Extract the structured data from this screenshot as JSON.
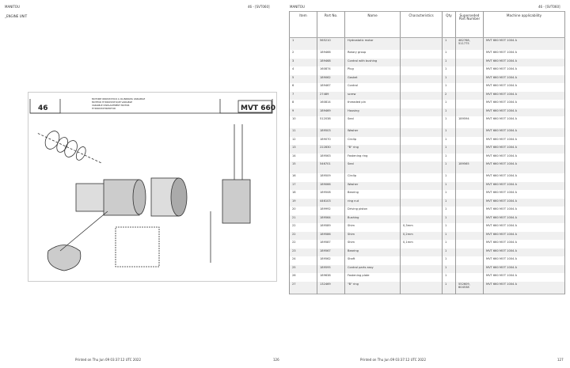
{
  "left_page": {
    "brand": "MANITOU",
    "ref": "46 - [SVT060]",
    "section": "_ENGINE UNIT",
    "footer": "Printed on  Thu Jun 09 03:37:12 UTC 2022",
    "page": "126",
    "diagram": {
      "number": "46",
      "model": "MVT 660",
      "title_lines": [
        "MOTORE IDROSTATICO A CILINDRATA VARIABILE",
        "MOTEUR HYDROSTATIQUE VARIABLE",
        "VARIABLE DISPLACEMENT MOTOR",
        "HYDROSTATIKMOTOR"
      ]
    }
  },
  "right_page": {
    "brand": "MANITOU",
    "ref": "46 - [SVT060]",
    "footer": "Printed on  Thu Jun 09 03:37:12 UTC 2022",
    "page": "127",
    "columns": [
      "Item",
      "Part No.",
      "Name",
      "Characteristics",
      "Qty",
      "Superseded Part Number",
      "Machine applicability"
    ],
    "rows": [
      [
        "1",
        "565210",
        "Hydrostatic motor",
        "",
        "1",
        "482768, 511775",
        "MVT 660 MOT 1004 A"
      ],
      [
        "2",
        "189466",
        "Rotary group",
        "",
        "1",
        "",
        "MVT 660 MOT 1004 A"
      ],
      [
        "3",
        "189468",
        "Control with bushing",
        "",
        "1",
        "",
        "MVT 660 MOT 1004 A"
      ],
      [
        "4",
        "160874",
        "Plug",
        "",
        "1",
        "",
        "MVT 660 MOT 1004 A"
      ],
      [
        "5",
        "189062",
        "Gasket",
        "",
        "1",
        "",
        "MVT 660 MOT 1004 A"
      ],
      [
        "6",
        "189467",
        "Control",
        "",
        "1",
        "",
        "MVT 660 MOT 1004 A"
      ],
      [
        "7",
        "27489",
        "screw",
        "",
        "2",
        "",
        "MVT 660 MOT 1004 A"
      ],
      [
        "8",
        "160814",
        "threaded pin",
        "",
        "1",
        "",
        "MVT 660 MOT 1004 A"
      ],
      [
        "9",
        "189469",
        "Housing",
        "",
        "1",
        "",
        "MVT 660 MOT 1004 A"
      ],
      [
        "10",
        "512038",
        "Seal",
        "",
        "1",
        "189594",
        "MVT 660 MOT 1004 A"
      ],
      [
        "11",
        "189503",
        "Washer",
        "",
        "1",
        "",
        "MVT 660 MOT 1004 A"
      ],
      [
        "12",
        "189070",
        "Circlip",
        "",
        "1",
        "",
        "MVT 660 MOT 1004 A"
      ],
      [
        "13",
        "222830",
        "\"B\" ring",
        "",
        "1",
        "",
        "MVT 660 MOT 1004 A"
      ],
      [
        "14",
        "189563",
        "Fastening ring",
        "",
        "1",
        "",
        "MVT 660 MOT 1004 A"
      ],
      [
        "15",
        "546701",
        "Seal",
        "",
        "1",
        "189565",
        "MVT 660 MOT 1004 A"
      ],
      [
        "16",
        "189509",
        "Circlip",
        "",
        "1",
        "",
        "MVT 660 MOT 1004 A"
      ],
      [
        "17",
        "189066",
        "Washer",
        "",
        "1",
        "",
        "MVT 660 MOT 1004 A"
      ],
      [
        "18",
        "189508",
        "Bearing",
        "",
        "1",
        "",
        "MVT 660 MOT 1004 A"
      ],
      [
        "19",
        "446103",
        "ring nut",
        "",
        "1",
        "",
        "MVT 660 MOT 1004 A"
      ],
      [
        "20",
        "189992",
        "Driving piston",
        "",
        "1",
        "",
        "MVT 660 MOT 1004 A"
      ],
      [
        "21",
        "189564",
        "Bushing",
        "",
        "1",
        "",
        "MVT 660 MOT 1004 A"
      ],
      [
        "22",
        "189589",
        "Shim",
        "0,3mm",
        "1",
        "",
        "MVT 660 MOT 1004 A"
      ],
      [
        "22",
        "189586",
        "Shim",
        "0,2mm",
        "1",
        "",
        "MVT 660 MOT 1004 A"
      ],
      [
        "22",
        "189587",
        "Shim",
        "0,1mm",
        "1",
        "",
        "MVT 660 MOT 1004 A"
      ],
      [
        "23",
        "189567",
        "Bearing",
        "",
        "1",
        "",
        "MVT 660 MOT 1004 A"
      ],
      [
        "24",
        "189562",
        "Shaft",
        "",
        "1",
        "",
        "MVT 660 MOT 1004 A"
      ],
      [
        "25",
        "189595",
        "Control parts assy",
        "",
        "1",
        "",
        "MVT 660 MOT 1004 A"
      ],
      [
        "26",
        "189638",
        "Fastening plate",
        "",
        "1",
        "",
        "MVT 660 MOT 1004 A"
      ],
      [
        "27",
        "132469",
        "\"B\" ring",
        "",
        "1",
        "552609, 604538",
        "MVT 660 MOT 1004 A"
      ]
    ]
  }
}
